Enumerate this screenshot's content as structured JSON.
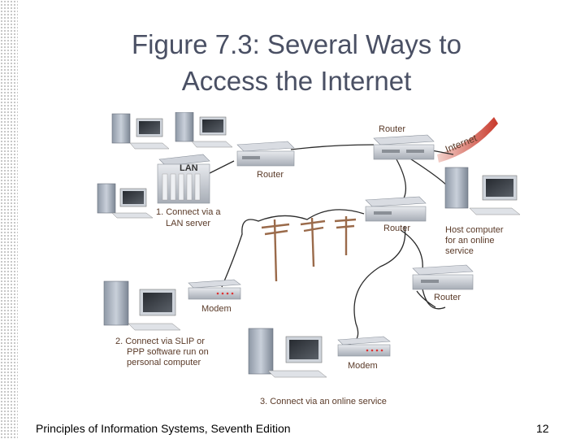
{
  "slide": {
    "title_line1": "Figure 7.3: Several Ways to",
    "title_line2": "Access the Internet",
    "footer_text": "Principles of Information Systems, Seventh Edition",
    "page_number": "12"
  },
  "diagram": {
    "lan_box_label": "LAN",
    "internet_label": "Internet",
    "router_label": "Router",
    "modem_label": "Modem",
    "caption_lan_line1": "1. Connect via a",
    "caption_lan_line2": "LAN server",
    "caption_slip_line1": "2. Connect via SLIP or",
    "caption_slip_line2": "PPP software run on",
    "caption_slip_line3": "personal computer",
    "caption_online": "3. Connect via an online service",
    "host_line1": "Host computer",
    "host_line2": "for an online",
    "host_line3": "service"
  },
  "colors": {
    "title": "#4a5064",
    "label": "#5a3a28",
    "internet_band": "#d24a3a",
    "cable": "#2a2a2a"
  }
}
